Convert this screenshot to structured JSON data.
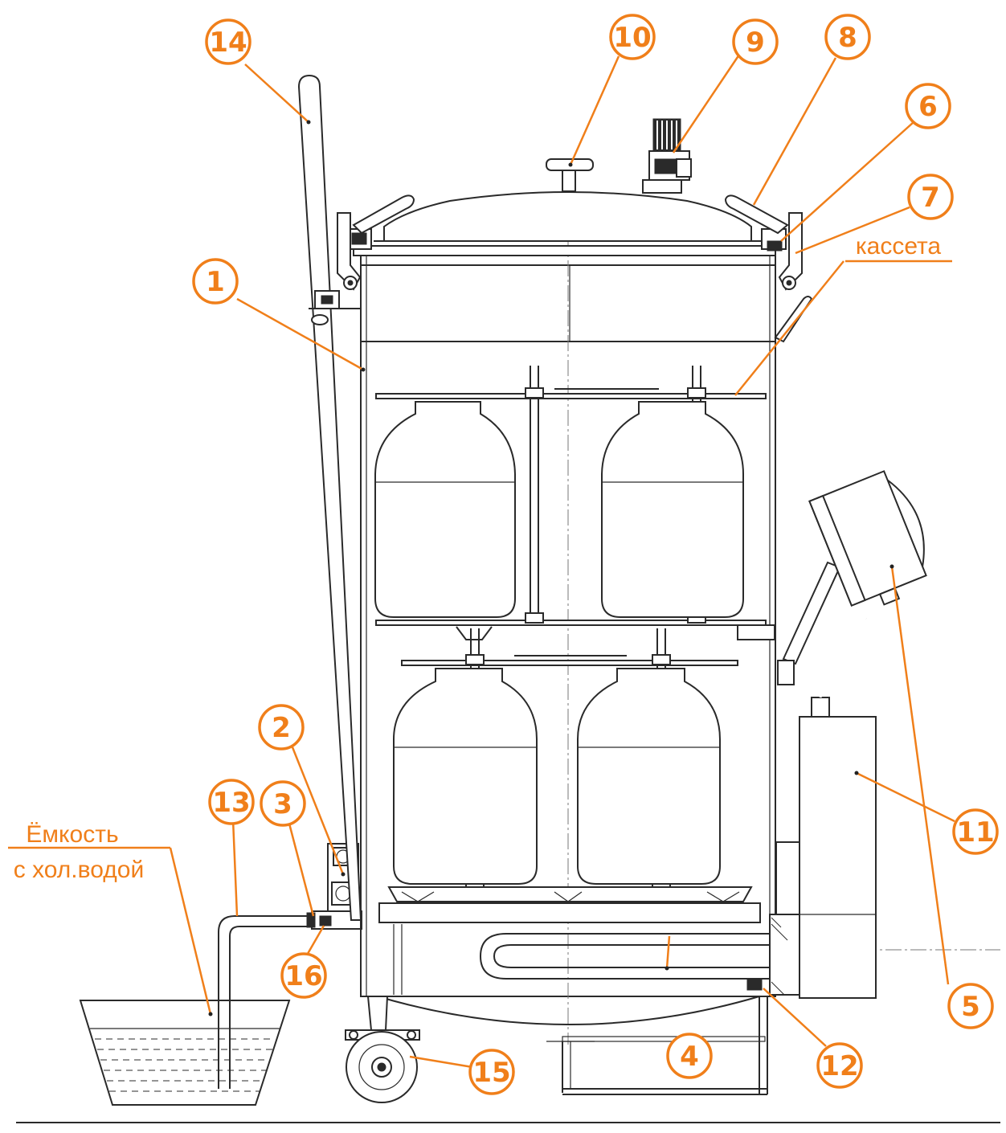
{
  "colors": {
    "accent": "#f07f1a",
    "ink": "#2a2a2a",
    "background": "#ffffff"
  },
  "labels": {
    "cassette": "кассета",
    "container_line1": "Ёмкость",
    "container_line2": "с хол.водой"
  },
  "callouts": [
    "1",
    "2",
    "3",
    "4",
    "5",
    "6",
    "7",
    "8",
    "9",
    "10",
    "11",
    "12",
    "13",
    "14",
    "15",
    "16"
  ]
}
